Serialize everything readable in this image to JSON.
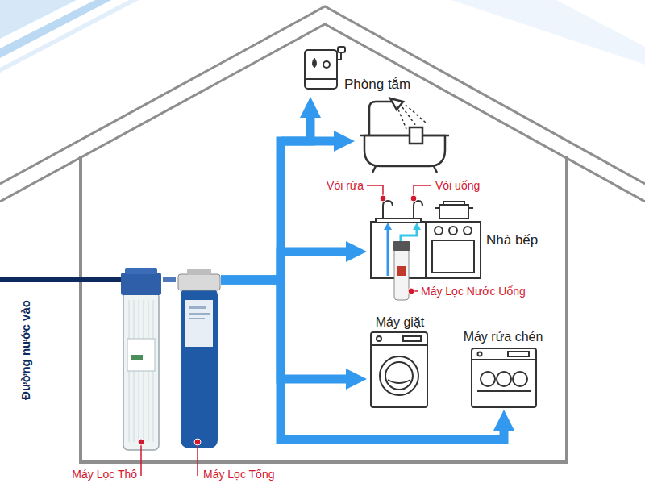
{
  "diagram": {
    "nodes": [
      {
        "text": [
          "Máy Lọc Thô"
        ]
      },
      {
        "text": [
          "Máy Lọc Tổng"
        ]
      },
      {
        "text": [
          "Phòng tắm"
        ]
      },
      {
        "text": [
          "Nhà bếp"
        ]
      },
      {
        "text": [
          "Máy Lọc Nước Uống"
        ],
        "in": 3
      },
      {
        "text": [
          "Máy giặt"
        ]
      },
      {
        "text": [
          "Máy rửa chén"
        ]
      }
    ],
    "edges": [
      {
        "from": 0,
        "to": 1,
        "arrow": "none"
      },
      {
        "from": 1,
        "to": 2,
        "arrow": "to"
      },
      {
        "from": 1,
        "to": 3,
        "arrow": "to"
      },
      {
        "from": 1,
        "to": 5,
        "arrow": "to"
      },
      {
        "from": 1,
        "to": 6,
        "arrow": "to"
      }
    ],
    "labels": [
      "Đường nước vào",
      "Vòi rửa",
      "Vòi uống"
    ]
  }
}
